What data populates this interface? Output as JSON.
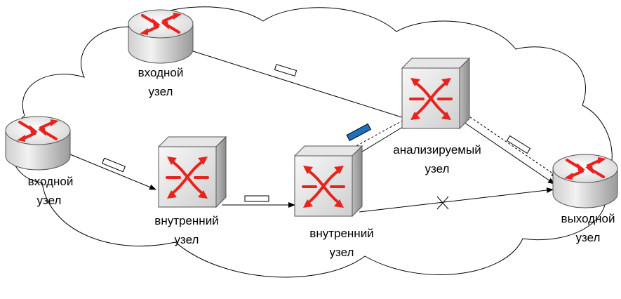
{
  "nodes": {
    "ingress_top": {
      "label_line1": "входной",
      "label_line2": "узел",
      "kind": "router-icon"
    },
    "ingress_left": {
      "label_line1": "входной",
      "label_line2": "узел",
      "kind": "router-icon"
    },
    "internal_1": {
      "label_line1": "внутренний",
      "label_line2": "узел",
      "kind": "switch-icon"
    },
    "internal_2": {
      "label_line1": "внутренний",
      "label_line2": "узел",
      "kind": "switch-icon"
    },
    "analyzed": {
      "label_line1": "анализируемый",
      "label_line2": "узел",
      "kind": "switch-icon"
    },
    "egress": {
      "label_line1": "выходной",
      "label_line2": "узел",
      "kind": "router-icon"
    }
  },
  "colors": {
    "arrow_red": "#e8231d",
    "device_light": "#f4f4f4",
    "device_mid": "#c8c8c8",
    "device_dark": "#7f7f7f",
    "highlight_packet": "#1f6fbf",
    "outline": "#000000"
  },
  "links": [
    {
      "from": "ingress_top",
      "to": "analyzed",
      "style": "solid",
      "packet": "white"
    },
    {
      "from": "ingress_left",
      "to": "internal_1",
      "style": "solid",
      "packet": "white"
    },
    {
      "from": "internal_1",
      "to": "internal_2",
      "style": "solid",
      "packet": "white"
    },
    {
      "from": "internal_2",
      "to": "analyzed",
      "style": "dashed",
      "packet": "blue"
    },
    {
      "from": "analyzed",
      "to": "egress",
      "style": "solid+dashed",
      "packet": "white"
    },
    {
      "from": "internal_2",
      "to": "egress",
      "style": "solid",
      "blocked": true
    }
  ]
}
